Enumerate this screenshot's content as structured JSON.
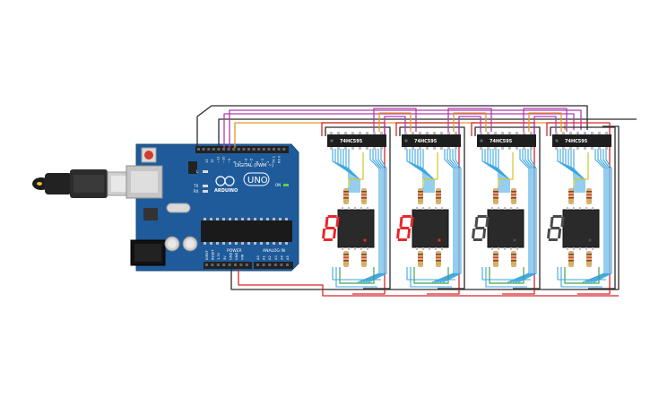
{
  "board": {
    "brand": "ARDUINO",
    "model": "UNO",
    "digital_label": "DIGITAL (PWM ~)",
    "power_label": "POWER",
    "analog_label": "ANALOG IN",
    "tx_label": "TX",
    "rx_label": "RX",
    "l_label": "L",
    "on_label": "ON",
    "aref_label": "AREF",
    "gnd_label": "GND",
    "digital_pins": [
      "13",
      "12",
      "~11",
      "~10",
      "~9",
      "8",
      "7",
      "~6",
      "~5",
      "4",
      "~3",
      "2",
      "TX 1",
      "RX 0"
    ],
    "power_pins": [
      "IOREF",
      "RESET",
      "3.3V",
      "5V",
      "GND",
      "GND",
      "VIN"
    ],
    "analog_pins": [
      "A0",
      "A1",
      "A2",
      "A3",
      "A4",
      "A5"
    ],
    "color": "#1f5b9a"
  },
  "chips": [
    {
      "label": "74HC595"
    },
    {
      "label": "74HC595"
    },
    {
      "label": "74HC595"
    },
    {
      "label": "74HC595"
    }
  ],
  "displays": [
    {
      "digit": "8",
      "lit": true,
      "color": "#e8262b"
    },
    {
      "digit": "8",
      "lit": true,
      "color": "#e8262b"
    },
    {
      "digit": "8",
      "lit": false,
      "color": "#4a4a4a"
    },
    {
      "digit": "8",
      "lit": false,
      "color": "#4a4a4a"
    }
  ],
  "wire_colors": {
    "black": "#2b2b2b",
    "red": "#d9262b",
    "magenta": "#b23cae",
    "orange": "#e0962b",
    "blue": "#3ea6e0",
    "green": "#3fa34a",
    "yellow": "#d4c52a"
  },
  "icons": [
    "usb-cable-icon",
    "power-jack-icon",
    "reset-button-icon"
  ]
}
